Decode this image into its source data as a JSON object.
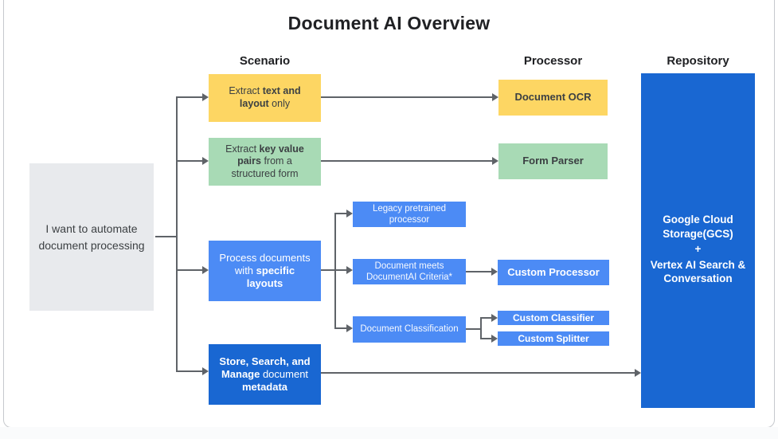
{
  "title": "Document AI Overview",
  "headers": {
    "scenario": "Scenario",
    "processor": "Processor",
    "repository": "Repository"
  },
  "start": "I want to automate document processing",
  "scenarios": {
    "extract_text": [
      "Extract ",
      "text and layout",
      " only"
    ],
    "extract_kv": [
      "Extract ",
      "key value pairs",
      " from a structured form"
    ],
    "specific_layouts": [
      "Process documents with ",
      "specific layouts"
    ],
    "store": [
      "Store, Search, and Manage",
      " document ",
      "metadata"
    ]
  },
  "branches": {
    "legacy": "Legacy pretrained processor",
    "criteria": "Document meets DocumentAI Criteria*",
    "classification": "Document Classification"
  },
  "processors": {
    "ocr": "Document OCR",
    "form_parser": "Form Parser",
    "custom_processor": "Custom Processor",
    "custom_classifier": "Custom Classifier",
    "custom_splitter": "Custom Splitter"
  },
  "repository": {
    "line1": "Google Cloud Storage(GCS)",
    "plus": "+",
    "line2": "Vertex AI Search & Conversation"
  },
  "colors": {
    "yellow": "#FDD663",
    "green": "#A8DAB5",
    "blue": "#4C8BF5",
    "dark-blue": "#1967D2",
    "gray": "#E8EAED",
    "arrow": "#5F6368",
    "text": "#3C4043"
  }
}
